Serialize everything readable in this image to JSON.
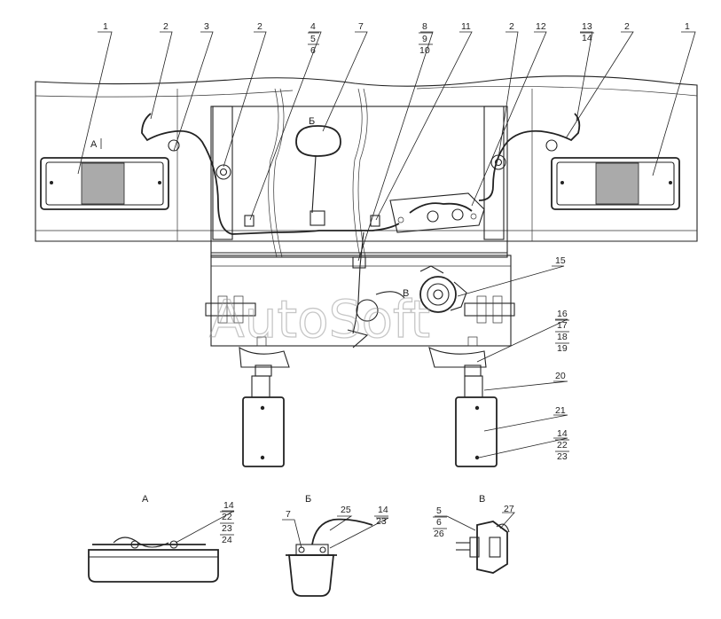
{
  "watermark": "AutoSoft",
  "views": {
    "a": "А",
    "b": "Б",
    "v": "В"
  },
  "callouts": {
    "c1": "1",
    "c2": "2",
    "c3": "3",
    "c4": "4",
    "c5": "5",
    "c6": "6",
    "c7": "7",
    "c8": "8",
    "c9": "9",
    "c10": "10",
    "c11": "11",
    "c12": "12",
    "c13": "13",
    "c14": "14",
    "c15": "15",
    "c16": "16",
    "c17": "17",
    "c18": "18",
    "c19": "19",
    "c20": "20",
    "c21": "21",
    "c22": "22",
    "c23": "23",
    "c24": "24",
    "c25": "25",
    "c26": "26",
    "c27": "27"
  }
}
